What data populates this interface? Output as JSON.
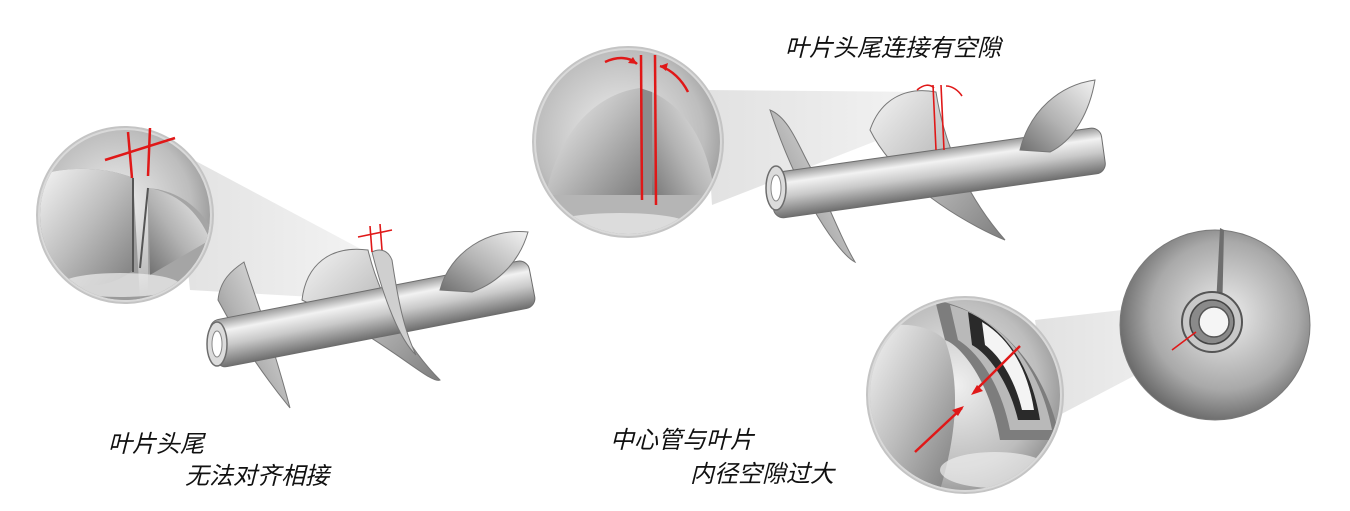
{
  "figures": [
    {
      "id": "misaligned-blade-ends",
      "caption_line1": "叶片头尾",
      "caption_line2": "无法对齐相接"
    },
    {
      "id": "blade-end-gap",
      "caption_line1": "叶片头尾连接有空隙"
    },
    {
      "id": "inner-diameter-gap",
      "caption_line1": "中心管与叶片",
      "caption_line2": "内径空隙过大"
    }
  ],
  "colors": {
    "annotation_red": "#e01818",
    "metal_light": "#e9e9e9",
    "metal_dark": "#7a7a7a",
    "lens_frame": "#d0d0d0",
    "callout_shadow": "#9a9a9a"
  }
}
